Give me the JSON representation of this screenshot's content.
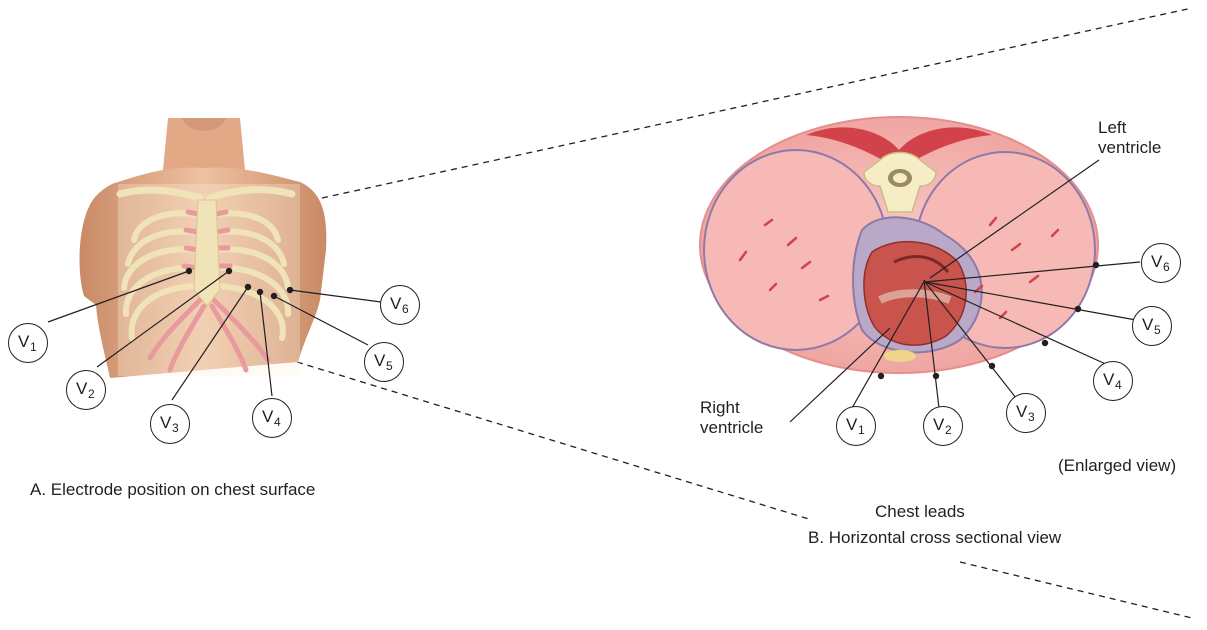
{
  "captions": {
    "panel_a": "A. Electrode position on chest surface",
    "panel_b_title": "Chest leads",
    "panel_b_subtitle": "B. Horizontal cross sectional view",
    "enlarged": "(Enlarged view)"
  },
  "structures": {
    "left_ventricle_line1": "Left",
    "left_ventricle_line2": "ventricle",
    "right_ventricle_line1": "Right",
    "right_ventricle_line2": "ventricle"
  },
  "leads": [
    {
      "letter": "V",
      "sub": "1"
    },
    {
      "letter": "V",
      "sub": "2"
    },
    {
      "letter": "V",
      "sub": "3"
    },
    {
      "letter": "V",
      "sub": "4"
    },
    {
      "letter": "V",
      "sub": "5"
    },
    {
      "letter": "V",
      "sub": "6"
    }
  ],
  "colors": {
    "skin": "#e8b08c",
    "rib": "#f1e3b8",
    "cartilage": "#e89a9c",
    "section_fill": "#f2b5b2",
    "muscle": "#d2424a",
    "vertebra": "#f6ecc6",
    "heart": "#c9534d",
    "line": "#231f20"
  }
}
